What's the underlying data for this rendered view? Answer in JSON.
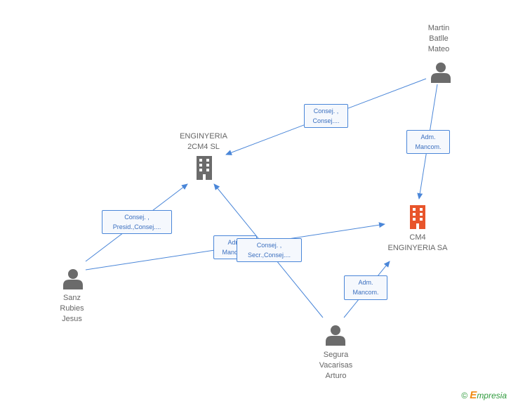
{
  "nodes": {
    "enginyeria_2cm4": {
      "label": "ENGINYERIA\n2CM4 SL",
      "type": "company",
      "color": "#6b6b6b"
    },
    "cm4_enginyeria": {
      "label": "CM4\nENGINYERIA SA",
      "type": "company",
      "color": "#e8552b"
    },
    "martin": {
      "label": "Martin\nBatlle\nMateo",
      "type": "person",
      "color": "#6b6b6b"
    },
    "sanz": {
      "label": "Sanz\nRubies\nJesus",
      "type": "person",
      "color": "#6b6b6b"
    },
    "segura": {
      "label": "Segura\nVacarisas\nArturo",
      "type": "person",
      "color": "#6b6b6b"
    }
  },
  "roles": {
    "martin_to_2cm4": "Consej. ,\nConsej....",
    "martin_to_cm4": "Adm.\nMancom.",
    "sanz_to_2cm4": "Consej. ,\nPresid.,Consej....",
    "sanz_to_cm4": "Adm.\nMancom.",
    "segura_to_2cm4": "Consej. ,\nSecr.,Consej....",
    "segura_to_cm4": "Adm.\nMancom."
  },
  "colors": {
    "edge": "#4a86d8",
    "person": "#6b6b6b",
    "highlight_company": "#e8552b"
  },
  "footer": {
    "copyright": "©",
    "brand_initial": "E",
    "brand_rest": "mpresia"
  }
}
